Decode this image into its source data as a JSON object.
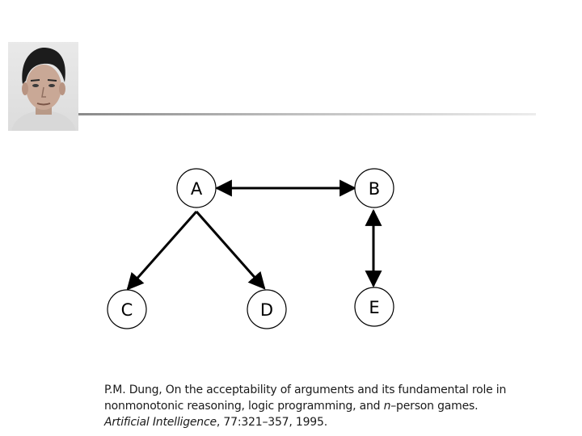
{
  "graph": {
    "nodes": [
      {
        "id": "A",
        "label": "A"
      },
      {
        "id": "B",
        "label": "B"
      },
      {
        "id": "C",
        "label": "C"
      },
      {
        "id": "D",
        "label": "D"
      },
      {
        "id": "E",
        "label": "E"
      }
    ],
    "edges": [
      {
        "from": "A",
        "to": "B",
        "bidirectional": true
      },
      {
        "from": "A",
        "to": "C",
        "bidirectional": false
      },
      {
        "from": "A",
        "to": "D",
        "bidirectional": false
      },
      {
        "from": "B",
        "to": "E",
        "bidirectional": true
      }
    ]
  },
  "citation": {
    "line1": "P.M. Dung, On the acceptability of arguments and its fundamental role in",
    "line2_before": "nonmonotonic reasoning, logic programming, and ",
    "line2_italic": "n",
    "line2_after": "–person games.",
    "journal": "Artificial Intelligence",
    "details": ", 77:321–357, 1995."
  }
}
